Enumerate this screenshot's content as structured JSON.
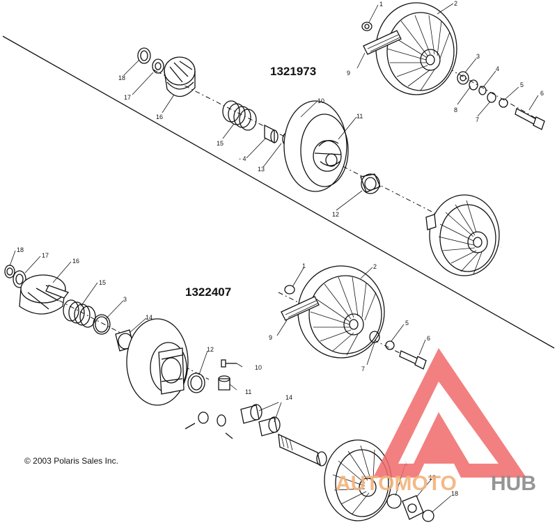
{
  "assemblies": {
    "top": "1321973",
    "bottom": "1322407"
  },
  "copyright": "© 2003 Polaris Sales Inc.",
  "watermark": {
    "text_left": "AUTOMOTO",
    "text_right": "HUB",
    "color_primary": "#f06a6a",
    "color_secondary": "#f3b27a",
    "color_text_right": "#8a8a8a"
  },
  "callouts_top": {
    "c1": "1",
    "c2": "2",
    "c3": "3",
    "c4": "4",
    "c5": "5",
    "c6": "6",
    "c7": "7",
    "c8": "8",
    "c9": "9",
    "c10": "10",
    "c11": "11",
    "c12": "12",
    "c13": "13",
    "c4b": "- 4",
    "c15": "15",
    "c16": "16",
    "c17": "17",
    "c18": "18"
  },
  "callouts_bottom": {
    "c18": "18",
    "c17": "17",
    "c16": "16",
    "c15": "15",
    "c3": "3",
    "c14": "14",
    "c12": "12",
    "c10": "10",
    "c11": "11",
    "c14b": "14",
    "c2": "2",
    "c1": "1",
    "c9": "9",
    "c7": "7",
    "c5": "5",
    "c6": "6",
    "c3b": "3",
    "c19": "19",
    "c18b": "18"
  }
}
